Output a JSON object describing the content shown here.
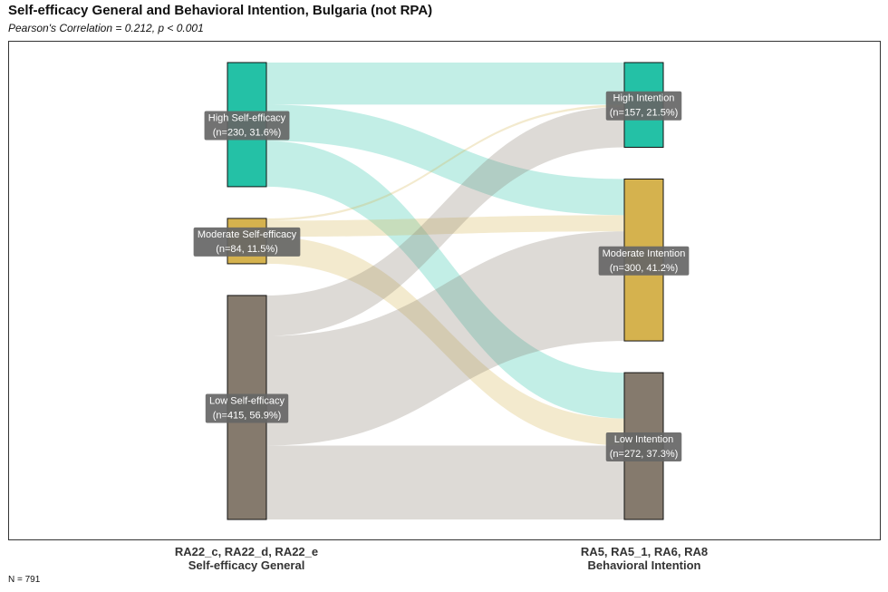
{
  "title": "Self-efficacy General and Behavioral Intention, Bulgaria (not RPA)",
  "subtitle": "Pearson's Correlation = 0.212, p < 0.001",
  "footnote": "N = 791",
  "colors": {
    "high": "#24c1a6",
    "moderate": "#d5b24e",
    "low": "#857a6d",
    "high_flow": "#bfe9e3",
    "moderate_flow": "#f0e4c4",
    "low_flow": "#ddd8d5",
    "label_bg": "#666666"
  },
  "chart_data": {
    "type": "sankey",
    "title": "Self-efficacy General and Behavioral Intention, Bulgaria (not RPA)",
    "subtitle": "Pearson's Correlation = 0.212, p < 0.001",
    "total_n": 791,
    "axes": [
      {
        "name": "Self-efficacy General",
        "variables": "RA22_c, RA22_d, RA22_e"
      },
      {
        "name": "Behavioral Intention",
        "variables": "RA5, RA5_1, RA6, RA8"
      }
    ],
    "source_nodes": [
      {
        "id": "high_se",
        "name": "High Self-efficacy",
        "n": 230,
        "pct": "31.6%",
        "color_key": "high",
        "label": "(n=230, 31.6%)"
      },
      {
        "id": "mod_se",
        "name": "Moderate Self-efficacy",
        "n": 84,
        "pct": "11.5%",
        "color_key": "moderate",
        "label": "(n=84, 11.5%)"
      },
      {
        "id": "low_se",
        "name": "Low Self-efficacy",
        "n": 415,
        "pct": "56.9%",
        "color_key": "low",
        "label": "(n=415, 56.9%)"
      }
    ],
    "target_nodes": [
      {
        "id": "high_bi",
        "name": "High Intention",
        "n": 157,
        "pct": "21.5%",
        "color_key": "high",
        "label": "(n=157, 21.5%)"
      },
      {
        "id": "mod_bi",
        "name": "Moderate Intention",
        "n": 300,
        "pct": "41.2%",
        "color_key": "moderate",
        "label": "(n=300, 41.2%)"
      },
      {
        "id": "low_bi",
        "name": "Low Intention",
        "n": 272,
        "pct": "37.3%",
        "color_key": "low",
        "label": "(n=272, 37.3%)"
      }
    ],
    "flows": [
      {
        "source": "high_se",
        "target": "high_bi",
        "value": 78
      },
      {
        "source": "high_se",
        "target": "mod_bi",
        "value": 67
      },
      {
        "source": "high_se",
        "target": "low_bi",
        "value": 85
      },
      {
        "source": "mod_se",
        "target": "high_bi",
        "value": 4
      },
      {
        "source": "mod_se",
        "target": "mod_bi",
        "value": 30
      },
      {
        "source": "mod_se",
        "target": "low_bi",
        "value": 50
      },
      {
        "source": "low_se",
        "target": "high_bi",
        "value": 75
      },
      {
        "source": "low_se",
        "target": "mod_bi",
        "value": 203
      },
      {
        "source": "low_se",
        "target": "low_bi",
        "value": 137
      }
    ]
  }
}
